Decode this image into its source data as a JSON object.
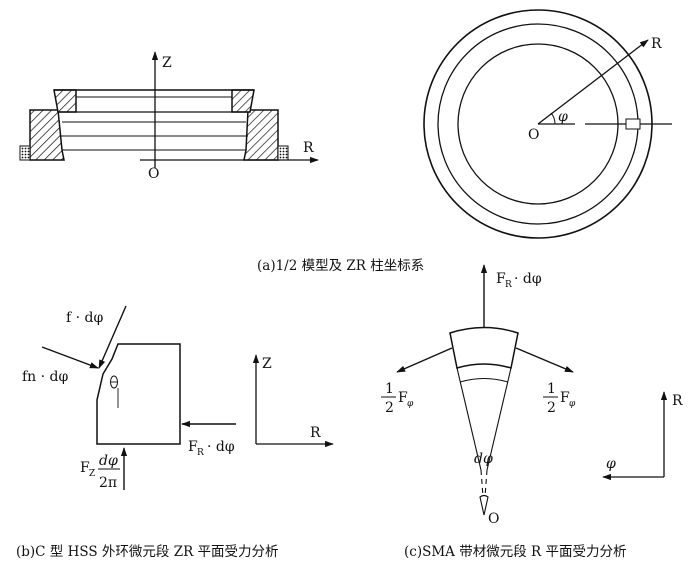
{
  "panel_a": {
    "z_axis": "Z",
    "r_axis": "R",
    "origin_left": "O",
    "r_label_right": "R",
    "phi_label": "φ",
    "origin_right": "O",
    "caption": "(a)1/2 模型及 ZR 柱坐标系"
  },
  "panel_b": {
    "f_force": "f · dφ",
    "fn_force": "fn · dφ",
    "fr_force": "· dφ",
    "fr_main": "F",
    "fr_sub": "R",
    "fz_main": "F",
    "fz_sub": "Z",
    "fz_num": "dφ",
    "fz_den": "2π",
    "z_axis": "Z",
    "r_axis": "R",
    "caption": "(b)C 型 HSS 外环微元段 ZR 平面受力分析"
  },
  "panel_c": {
    "fr_main": "F",
    "fr_sub": "R",
    "fr_tail": "· dφ",
    "half_num_left": "1",
    "half_den_left": "2",
    "f_left": "F",
    "phi_sub_left": "φ",
    "half_num_right": "1",
    "half_den_right": "2",
    "f_right": "F",
    "phi_sub_right": "φ",
    "dphi": "dφ",
    "origin": "O",
    "r_axis": "R",
    "phi_axis": "φ",
    "caption": "(c)SMA 带材微元段 R 平面受力分析"
  }
}
